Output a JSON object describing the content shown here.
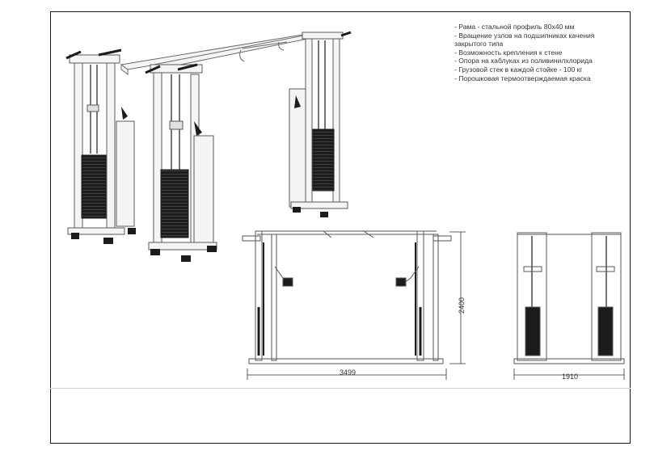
{
  "specs": [
    "- Рама - стальной профиль 80х40 мм",
    "- Вращение узлов на подшипниках качения",
    "закрытого типа",
    "- Возможность крепления к стене",
    "- Опора на каблуках из поливинилхлорида",
    "- Грузовой стек в каждой стойке - 100 кг",
    "- Порошковая термоотверждаемая краска"
  ],
  "dimensions": {
    "front_width": "3499",
    "front_height": "2400",
    "side_depth": "1910"
  },
  "colors": {
    "frame": "#f4f4f6",
    "outline": "#5a5a5a",
    "weight": "#1c1c1c"
  }
}
